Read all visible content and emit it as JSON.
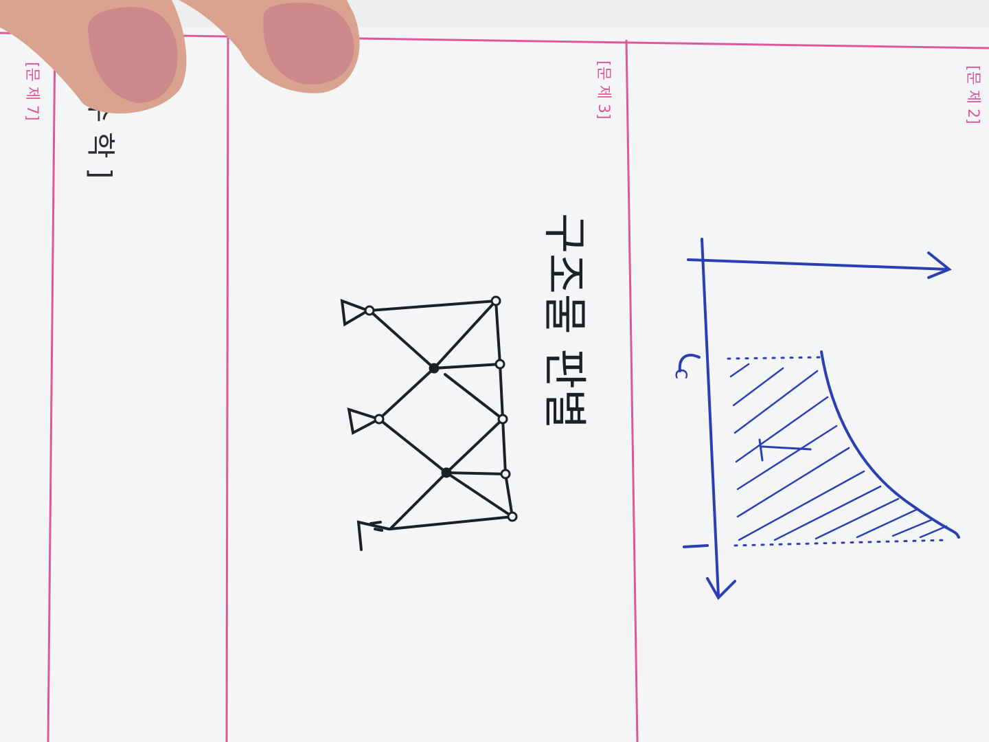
{
  "photo": {
    "colors": {
      "paper": "#f4f5f6",
      "paper_shadow": "#e3e5e8",
      "pink_rule": "#e0569a",
      "blue_ink": "#2a3fb3",
      "black_ink": "#1d2126",
      "dark_text": "#2b2d31",
      "skin": "#d9a38f",
      "nail": "#c9848a"
    },
    "section_labels": {
      "problem2": "[문 제 2]",
      "problem3": "[문 제 3]",
      "problem7": "[문 제 7]"
    },
    "margin_text": {
      "partial_word": "수 학 ]"
    },
    "handwriting": {
      "problem3_note": "구조물 판별"
    },
    "graph_labels": {
      "upper_limit": "c",
      "lower_limit": "1",
      "region": "I"
    }
  }
}
